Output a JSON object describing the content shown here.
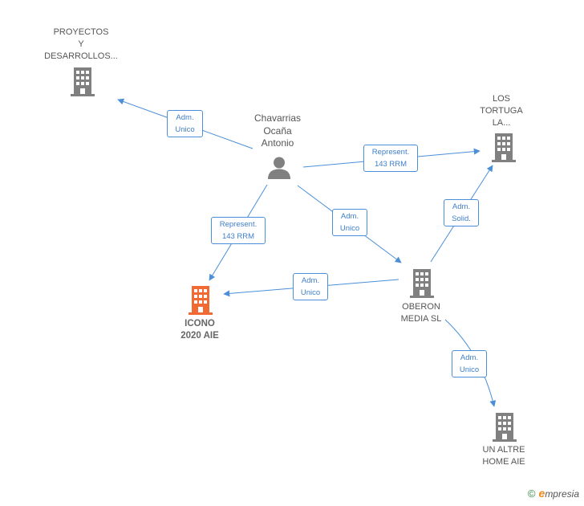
{
  "colors": {
    "edge": "#4a8fd8",
    "building": "#808080",
    "focus_building": "#f26a33",
    "person": "#808080"
  },
  "nodes": {
    "person": {
      "lines": [
        "Chavarrias",
        "Ocaña",
        "Antonio"
      ]
    },
    "proyectos": {
      "lines": [
        "PROYECTOS",
        "Y",
        "DESARROLLOS..."
      ]
    },
    "los_tortuga": {
      "lines": [
        "LOS",
        "TORTUGA",
        "LA..."
      ]
    },
    "icono": {
      "lines": [
        "ICONO",
        "2020  AIE"
      ]
    },
    "oberon": {
      "lines": [
        "OBERON",
        "MEDIA  SL"
      ]
    },
    "un_altre": {
      "lines": [
        "UN ALTRE",
        "HOME  AIE"
      ]
    }
  },
  "edges": {
    "person_proyectos": {
      "lines": [
        "Adm.",
        "Unico"
      ]
    },
    "person_tortuga": {
      "lines": [
        "Represent.",
        "143 RRM"
      ]
    },
    "person_icono": {
      "lines": [
        "Represent.",
        "143 RRM"
      ]
    },
    "person_oberon": {
      "lines": [
        "Adm.",
        "Unico"
      ]
    },
    "oberon_tortuga": {
      "lines": [
        "Adm.",
        "Solid."
      ]
    },
    "oberon_icono": {
      "lines": [
        "Adm.",
        "Unico"
      ]
    },
    "oberon_unaltre": {
      "lines": [
        "Adm.",
        "Unico"
      ]
    }
  },
  "footer": {
    "copyright": "©",
    "brand_e": "e",
    "brand_rest": "mpresia"
  }
}
